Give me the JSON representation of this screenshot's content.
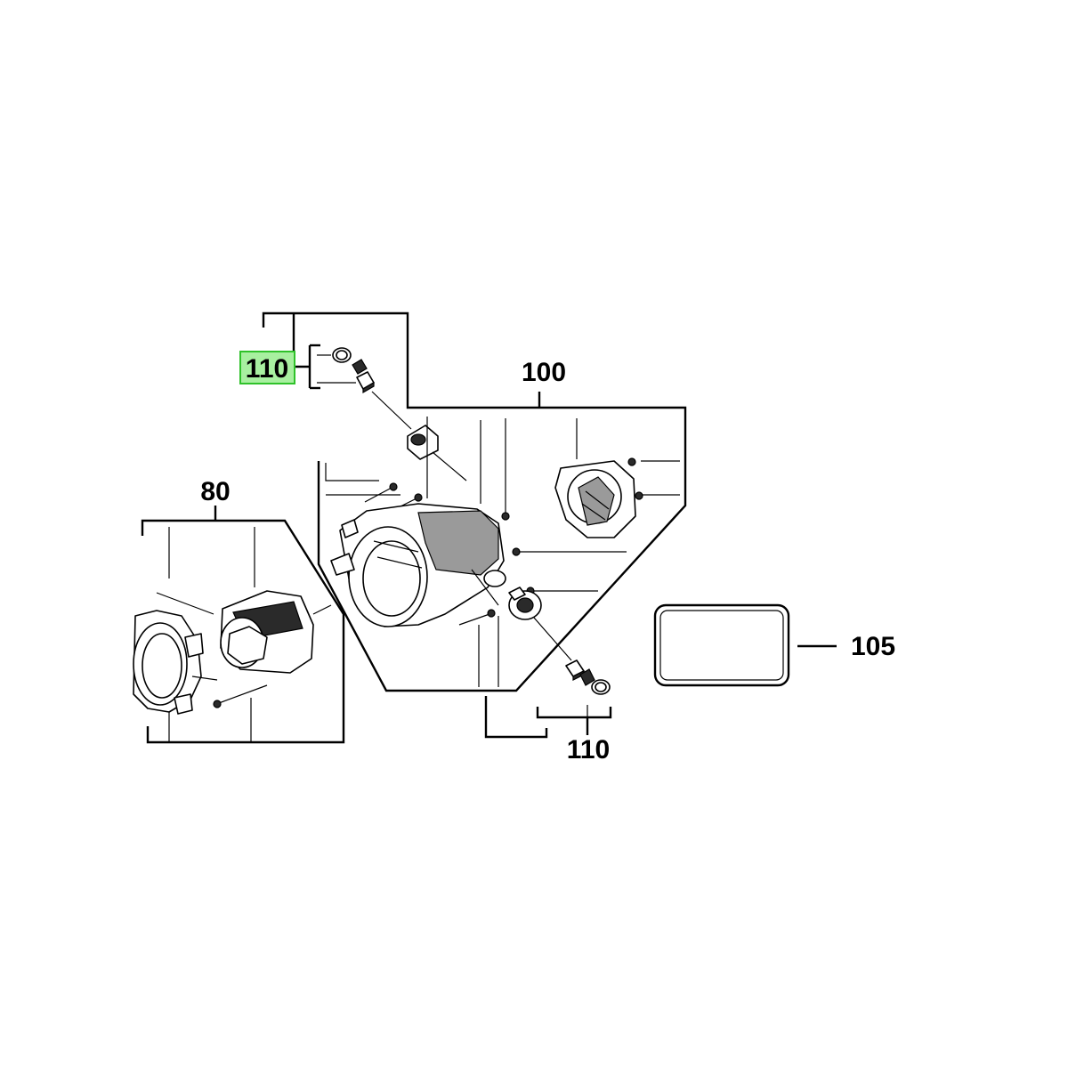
{
  "diagram": {
    "callouts": [
      {
        "id": "110-top",
        "label": "110",
        "highlighted": true
      },
      {
        "id": "100",
        "label": "100",
        "highlighted": false
      },
      {
        "id": "80",
        "label": "80",
        "highlighted": false
      },
      {
        "id": "105",
        "label": "105",
        "highlighted": false
      },
      {
        "id": "110-bottom",
        "label": "110",
        "highlighted": false
      }
    ],
    "colors": {
      "highlight_fill": "#a8f0a0",
      "highlight_stroke": "#2fc22a",
      "line": "#000000",
      "background": "#ffffff"
    }
  }
}
